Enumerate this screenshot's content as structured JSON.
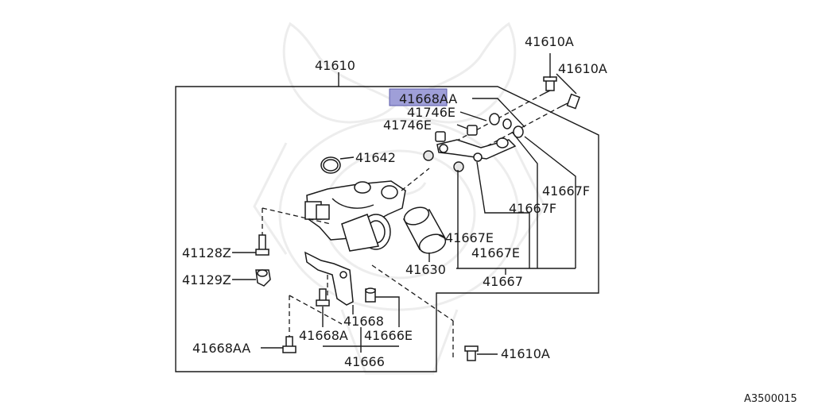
{
  "colors": {
    "line": "#1a1a1a",
    "highlight": "#9f9fd8",
    "highlight_border": "#5a5aa8",
    "watermark": "#ededed",
    "background": "#ffffff"
  },
  "labels": {
    "p41610": "41610",
    "p41610A_top1": "41610A",
    "p41610A_top2": "41610A",
    "p41668AA_top": "41668AA",
    "p41746E_1": "41746E",
    "p41746E_2": "41746E",
    "p41642": "41642",
    "p41667F_1": "41667F",
    "p41667F_2": "41667F",
    "p41667E_1": "41667E",
    "p41667E_2": "41667E",
    "p41667": "41667",
    "p41630": "41630",
    "p41128Z": "41128Z",
    "p41129Z": "41129Z",
    "p41668": "41668",
    "p41668A": "41668A",
    "p41666E": "41666E",
    "p41666": "41666",
    "p41668AA_bottom": "41668AA",
    "p41610A_bottom": "41610A"
  },
  "diagram_code": "A3500015",
  "highlighted_part": "p41668AA_top"
}
